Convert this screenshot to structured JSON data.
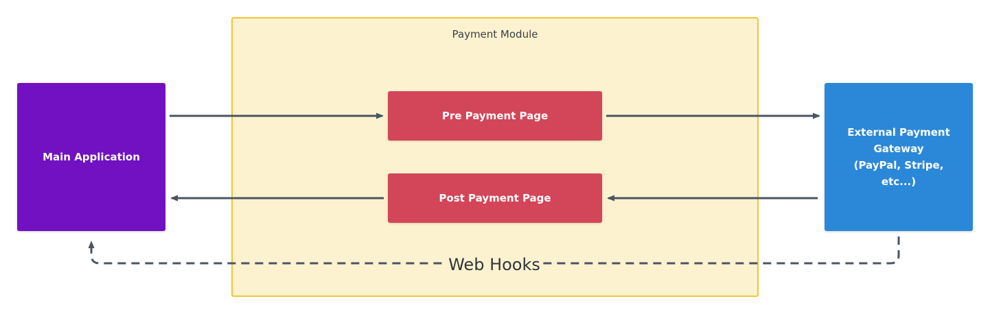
{
  "module": {
    "title": "Payment Module"
  },
  "nodes": {
    "main_application": "Main Application",
    "pre_payment_page": "Pre Payment Page",
    "post_payment_page": "Post Payment Page",
    "gateway_lines": [
      "External Payment",
      "Gateway",
      "(PayPal, Stripe, etc...)"
    ]
  },
  "edges": {
    "web_hooks": "Web Hooks"
  },
  "colors": {
    "module_fill": "#fdf2d0",
    "module_border": "#f3c431",
    "main_application": "#7111c1",
    "payment_pages": "#d34558",
    "gateway": "#2b88d9",
    "arrow": "#4a5560"
  }
}
